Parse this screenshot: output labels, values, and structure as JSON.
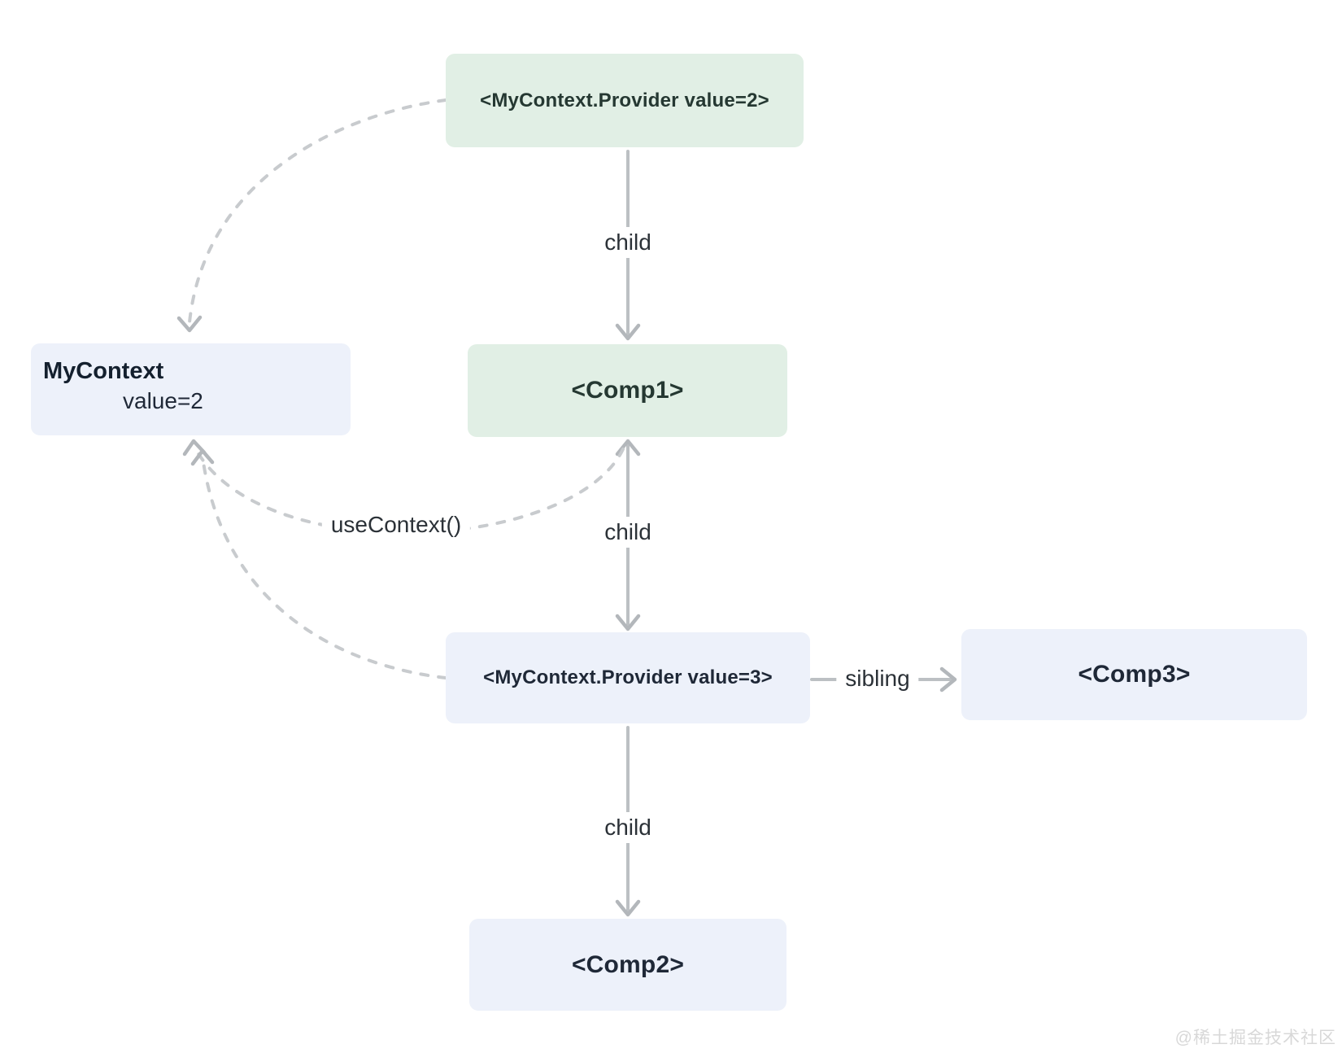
{
  "nodes": {
    "provider_value2": {
      "label": "<MyContext.Provider value=2>"
    },
    "comp1": {
      "label": "<Comp1>"
    },
    "my_context": {
      "title": "MyContext",
      "value": "value=2"
    },
    "provider_value3": {
      "label": "<MyContext.Provider value=3>"
    },
    "comp3": {
      "label": "<Comp3>"
    },
    "comp2": {
      "label": "<Comp2>"
    }
  },
  "edges": {
    "provider2_to_comp1": {
      "label": "child"
    },
    "comp1_to_provider3": {
      "label": "child"
    },
    "provider3_to_comp2": {
      "label": "child"
    },
    "provider3_to_comp3": {
      "label": "sibling"
    },
    "comp1_to_context": {
      "label": "useContext()"
    }
  },
  "watermark": "@稀土掘金技术社区",
  "colors": {
    "background": "#ffffff",
    "node-green": "#e1efe5",
    "node-blue": "#edf1fa",
    "text-green": "#253832",
    "text-blue": "#1f2837",
    "text-dark": "#14202e",
    "label": "#2b3137",
    "arrow": "#bcc0c3",
    "arrowhead": "#b3b7bb",
    "dash": "#c8cbce",
    "watermark": "#d8d8d8"
  }
}
